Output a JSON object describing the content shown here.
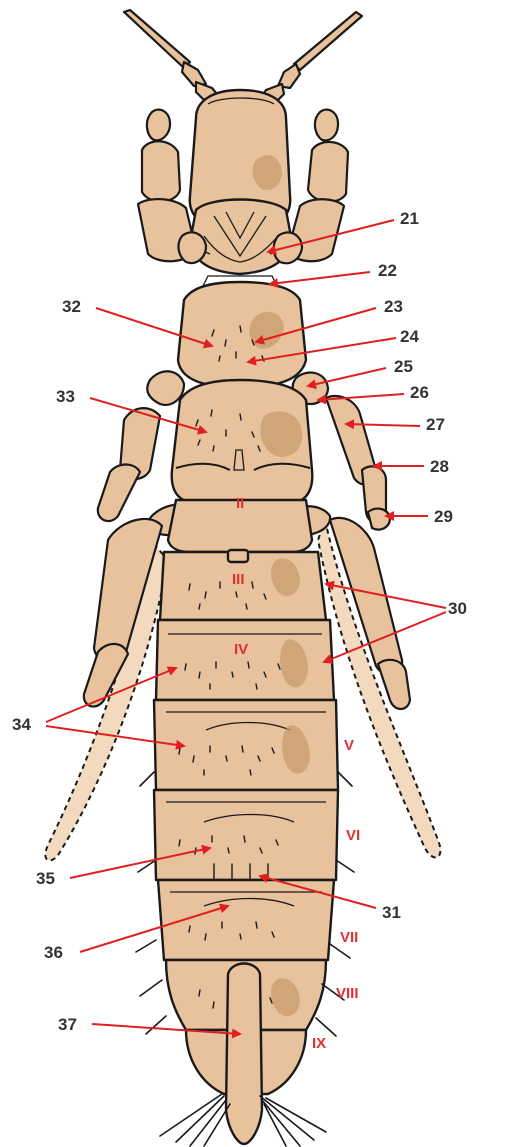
{
  "colors": {
    "body": "#e8c29c",
    "wing": "#f3d9bd",
    "shade": "#c89b6b",
    "outline": "#1a1a1a",
    "arrow": "#e02020",
    "roman_label": "#e03030",
    "number_label": "#333333"
  },
  "labels": {
    "n21": "21",
    "n22": "22",
    "n23": "23",
    "n24": "24",
    "n25": "25",
    "n26": "26",
    "n27": "27",
    "n28": "28",
    "n29": "29",
    "n30": "30",
    "n31": "31",
    "n32": "32",
    "n33": "33",
    "n34": "34",
    "n35": "35",
    "n36": "36",
    "n37": "37"
  },
  "segments": {
    "s2": "II",
    "s3": "III",
    "s4": "IV",
    "s5": "V",
    "s6": "VI",
    "s7": "VII",
    "s8": "VIII",
    "s9": "IX"
  }
}
